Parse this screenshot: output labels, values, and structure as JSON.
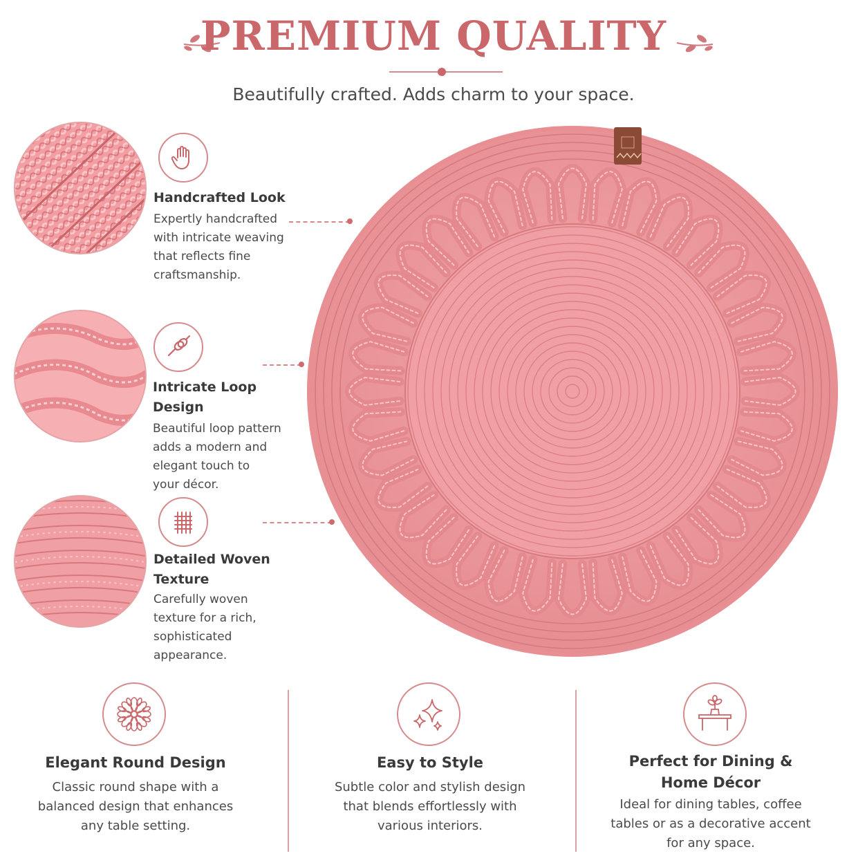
{
  "header": {
    "title": "PREMIUM QUALITY",
    "subtitle": "Beautifully crafted. Adds charm to your space."
  },
  "features": [
    {
      "icon": "hand-icon",
      "title": "Handcrafted Look",
      "description": "Expertly handcrafted\nwith intricate weaving\nthat reflects fine\ncraftsmanship."
    },
    {
      "icon": "knot-icon",
      "title": "Intricate Loop Design",
      "description": "Beautiful loop pattern\nadds a modern and\nelegant touch to\nyour décor."
    },
    {
      "icon": "weave-icon",
      "title": "Detailed Woven\nTexture",
      "description": "Carefully woven\ntexture for a rich,\nsophisticated\nappearance."
    }
  ],
  "bottom": [
    {
      "icon": "mandala-icon",
      "title": "Elegant Round Design",
      "description": "Classic round shape with a\nbalanced design that enhances\nany table setting."
    },
    {
      "icon": "sparkle-icon",
      "title": "Easy to Style",
      "description": "Subtle color and stylish design\nthat blends effortlessly with\nvarious interiors."
    },
    {
      "icon": "table-plant-icon",
      "title": "Perfect for Dining &\nHome Décor",
      "description": "Ideal for dining tables, coffee\ntables or as a decorative accent\nfor any space."
    }
  ],
  "colors": {
    "accent": "#c9676b",
    "mat": "#ee9a9c",
    "mat_dark": "#d9797d",
    "leather_tag": "#8a4a36"
  }
}
